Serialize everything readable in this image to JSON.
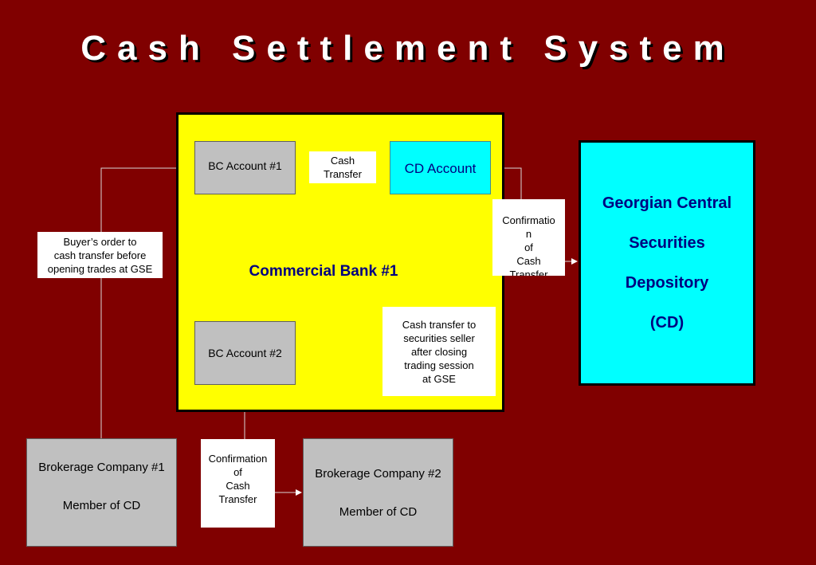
{
  "title": "Cash Settlement System",
  "colors": {
    "background": "#800000",
    "bank": "#ffff00",
    "depository": "#00ffff",
    "account_gray": "#c0c0c0",
    "text_blue": "#000080"
  },
  "nodes": {
    "commercial_bank": "Commercial Bank #1",
    "bc_account_1": "BC Account #1",
    "bc_account_2": "BC Account #2",
    "cd_account": "CD Account",
    "gcsd": [
      "Georgian Central",
      "Securities",
      "Depository",
      "(CD)"
    ],
    "brokerage_1": {
      "name": "Brokerage Company #1",
      "member": "Member of CD"
    },
    "brokerage_2": {
      "name": "Brokerage Company #2",
      "member": "Member of CD"
    }
  },
  "labels": {
    "cash_transfer": [
      "Cash",
      "Transfer"
    ],
    "buyer_order": [
      "Buyer’s order to",
      "cash transfer before",
      "opening trades at GSE"
    ],
    "confirmation_top": [
      "Confirmatio",
      "n",
      "of",
      "Cash",
      "Transfer"
    ],
    "seller_transfer": [
      "Cash transfer to",
      "securities seller",
      "after closing",
      "trading session",
      "at GSE"
    ],
    "confirmation_bottom": [
      "Confirmation",
      "of",
      "Cash",
      "Transfer"
    ]
  }
}
